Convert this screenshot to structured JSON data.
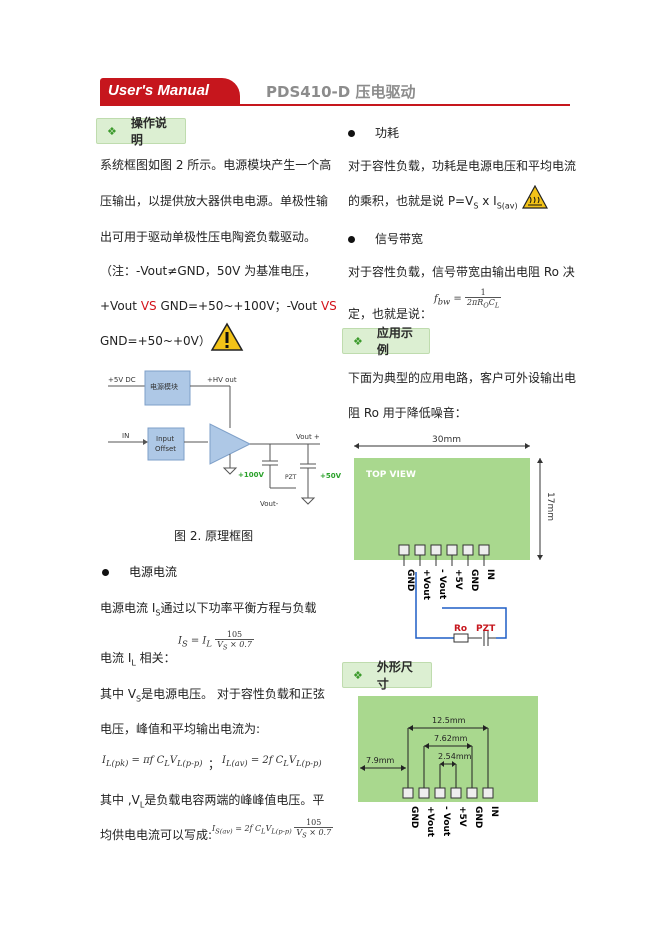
{
  "header": {
    "brand": "User's Manual",
    "title": "PDS410-D 压电驱动"
  },
  "left": {
    "section_op": "操作说明",
    "p1": [
      "系统框图如图 2 所示。电源模块产生一个高",
      "压输出，以提供放大器供电电源。单极性输",
      "出可用于驱动单极性压电陶瓷负载驱动。"
    ],
    "note_l1": "（注：-Vout≠GND，50V 为基准电压，",
    "note_l2a": "+Vout ",
    "note_l2vs": "VS",
    "note_l2b": " GND=+50~+100V；-Vout ",
    "note_l2vs2": "VS",
    "note_l3": "GND=+50~+0V）",
    "diagram": {
      "in5v": "+5V DC",
      "psu": "电源模块",
      "hvout": "+HV out",
      "in": "IN",
      "offset1": "Input",
      "offset2": "Offset",
      "voutp": "Vout +",
      "v100": "+100V",
      "pzt": "PZT",
      "v50": "+50V",
      "voutm": "Vout-"
    },
    "fig_caption": "图 2. 原理框图",
    "bullet_psu": "电源电流",
    "p2a": "电源电流 I",
    "p2a_sub": "S",
    "p2b": "通过以下功率平衡方程与负载",
    "p3a": "电流 I",
    "p3a_sub": "L",
    "p3b": " 相关：",
    "eq1_lhs": "I",
    "eq1_lhs_sub": "S",
    "eq1_eq": " = I",
    "eq1_sub2": "L",
    "eq1_num": "105",
    "eq1_den": "V",
    "eq1_den_sub": "S",
    "eq1_den_tail": " × 0.7",
    "p4a": "其中 V",
    "p4a_sub": "S",
    "p4b": "是电源电压。 对于容性负载和正弦",
    "p5": "电压，峰值和平均输出电流为:",
    "eq2": "I",
    "eq2_sub": "L(pk)",
    "eq2_rhs": " = πf C",
    "eq2_c_sub": "L",
    "eq2_v": "V",
    "eq2_v_sub": "L(p-p)",
    "eq3": "I",
    "eq3_sub": "L(av)",
    "eq3_rhs": " = 2f C",
    "eq3_c_sub": "L",
    "eq3_v": "V",
    "eq3_v_sub": "L(p-p)",
    "eq_sep": "；",
    "p6a": "其中 ,V",
    "p6a_sub": "L",
    "p6b": "是负载电容两端的峰峰值电压。平",
    "p7": "均供电电流可以写成:",
    "eq4": "I",
    "eq4_sub": "S(av)",
    "eq4_rhs": " = 2f C",
    "eq4_c_sub": "L",
    "eq4_v": "V",
    "eq4_v_sub": "L(p-p)",
    "eq4_num": "105",
    "eq4_den": "V",
    "eq4_den_sub": "S",
    "eq4_den_tail": " × 0.7"
  },
  "right": {
    "bullet_power": "功耗",
    "r1": "对于容性负载，功耗是电源电压和平均电流",
    "r2a": "的乘积，也就是说 P=V",
    "r2a_sub": "S",
    "r2b": " x I",
    "r2b_sub": "S(av)",
    "bullet_bw": "信号带宽",
    "r3": "对于容性负载，信号带宽由输出电阻 Ro 决",
    "r4": "定，也就是说：",
    "eq_bw_lhs": "f",
    "eq_bw_lhs_sub": "bw",
    "eq_bw_num": "1",
    "eq_bw_den": "2πR",
    "eq_bw_den_sub": "O",
    "eq_bw_den_c": "C",
    "eq_bw_den_c_sub": "L",
    "section_app": "应用示例",
    "r5": "下面为典型的应用电路，客户可外设输出电",
    "r6": "阻 Ro 用于降低噪音：",
    "top_view": {
      "width_dim": "30mm",
      "height_dim": "17mm",
      "label": "TOP VIEW",
      "pins": [
        "GND",
        "+Vout",
        "- Vout",
        "+5V",
        "GND",
        "IN"
      ],
      "ro": "Ro",
      "pzt": "PZT"
    },
    "section_dim": "外形尺寸",
    "dims": {
      "d1": "12.5mm",
      "d2": "7.62mm",
      "d3": "2.54mm",
      "d4": "7.9mm",
      "pins": [
        "GND",
        "+Vout",
        "- Vout",
        "+5V",
        "GND",
        "IN"
      ]
    }
  },
  "colors": {
    "brand_red": "#c6161d",
    "tab_green": "#dcefd2",
    "board_green": "#a9d88e",
    "wire_blue": "#1f5fc6",
    "label_green": "#2aa12a"
  }
}
